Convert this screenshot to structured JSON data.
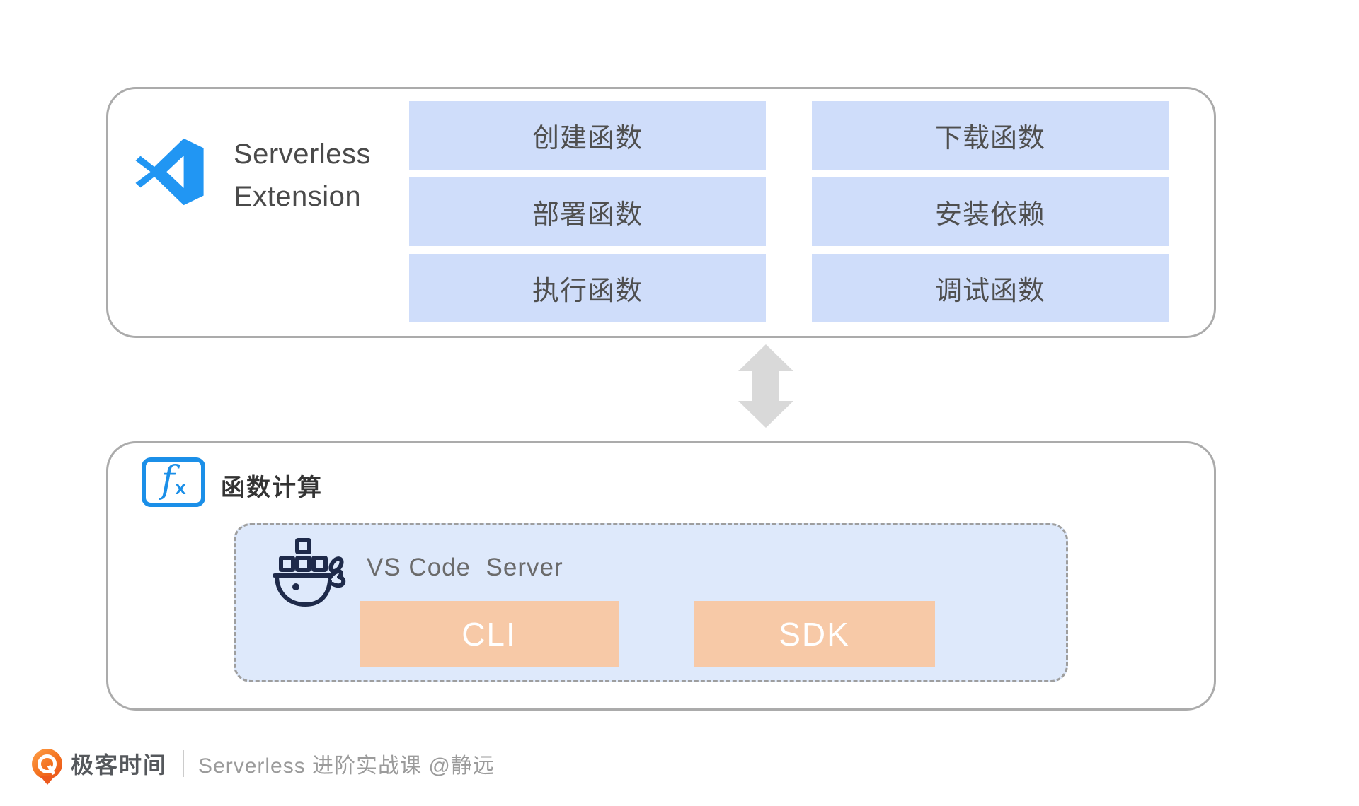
{
  "extension": {
    "title_line1": "Serverless",
    "title_line2": "Extension",
    "features_left": [
      "创建函数",
      "部署函数",
      "执行函数"
    ],
    "features_right": [
      "下载函数",
      "安装依赖",
      "调试函数"
    ]
  },
  "function_compute": {
    "label": "函数计算",
    "icon_f": "f",
    "icon_x": "x",
    "server": {
      "title": "VS Code  Server",
      "buttons": [
        "CLI",
        "SDK"
      ]
    }
  },
  "footer": {
    "brand": "极客时间",
    "course": "Serverless 进阶实战课 @静远"
  },
  "colors": {
    "vscode_blue": "#2196F3",
    "feature_button_blue": "#CFDDFA",
    "inner_panel_blue": "#DEE9FB",
    "peach_button": "#F7C9A7",
    "arrow_gray": "#D9D9D9",
    "docker_navy": "#1E2A4A",
    "fx_blue": "#1B8FE8",
    "brand_orange": "#EC5A1E",
    "box_border_gray": "#ABABAB"
  }
}
